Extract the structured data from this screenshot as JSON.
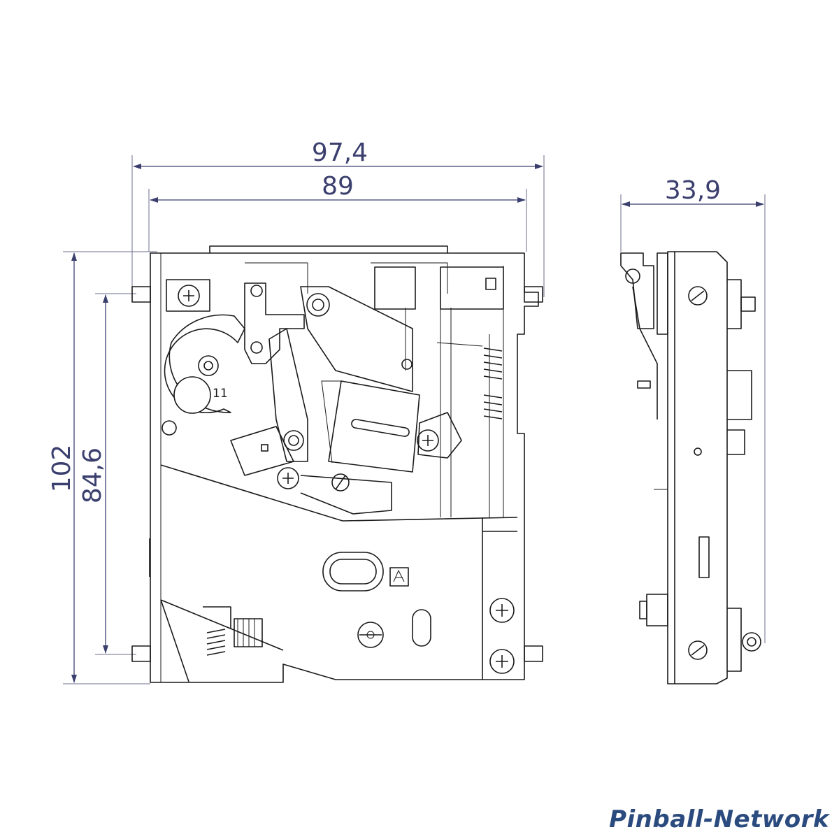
{
  "dimensions": {
    "overall_width": "97,4",
    "plate_width": "89",
    "side_depth": "33,9",
    "overall_height": "102",
    "hole_spacing_height": "84,6"
  },
  "part_label": "11",
  "watermark": "Pinball-Network"
}
